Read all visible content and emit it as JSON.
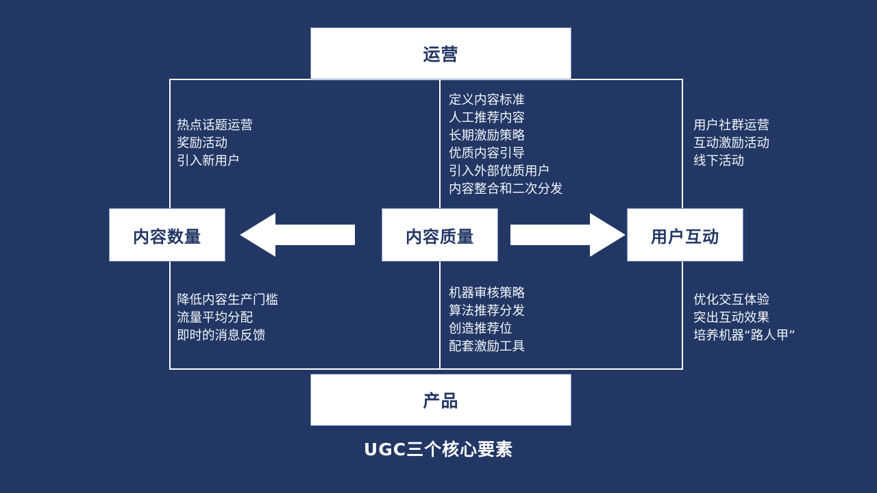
{
  "theme": {
    "background": "#223764",
    "box_fill": "#ffffff",
    "box_text": "#223764",
    "body_text": "#f2f4f8",
    "arrow_fill": "#ffffff",
    "outline": "#ffffff"
  },
  "diagram": {
    "caption": "UGC三个核心要素",
    "top_label": "运营",
    "bottom_label": "产品",
    "nodes": {
      "left": "内容数量",
      "center": "内容质量",
      "right": "用户互动"
    },
    "arrows": {
      "left_arrow": "arrow-left-icon",
      "right_arrow": "arrow-right-icon"
    },
    "cells": {
      "top_left": "热点话题运营\n奖励活动\n引入新用户",
      "top_center": "定义内容标准\n人工推荐内容\n长期激励策略\n优质内容引导\n引入外部优质用户\n内容整合和二次分发",
      "top_right": "用户社群运营\n互动激励活动\n线下活动",
      "bottom_left": "降低内容生产门槛\n流量平均分配\n即时的消息反馈",
      "bottom_center": "机器审核策略\n算法推荐分发\n创造推荐位\n配套激励工具",
      "bottom_right": "优化交互体验\n突出互动效果\n培养机器“路人甲”"
    }
  }
}
